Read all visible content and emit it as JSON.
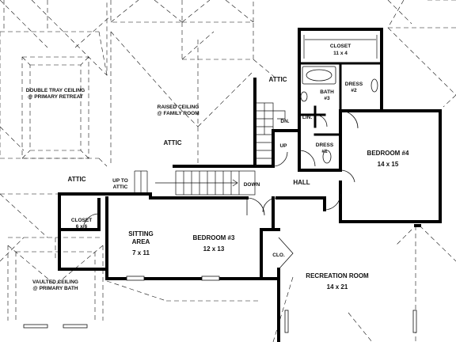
{
  "labels": {
    "closet_top_name": "CLOSET",
    "closet_top_size": "11 x 4",
    "attic_right": "ATTIC",
    "dress2_name": "DRESS",
    "dress2_num": "#2",
    "bath3_name": "BATH",
    "bath3_num": "#3",
    "lin": "LIN.",
    "dn": "DN.",
    "up": "UP",
    "dress1_name": "DRESS",
    "dress1_num": "#1",
    "bedroom4_name": "BEDROOM #4",
    "bedroom4_size": "14 x 15",
    "double_tray_line1": "DOUBLE TRAY CEILING",
    "double_tray_line2": "@ PRIMARY RETREAT",
    "raised_ceiling_line1": "RAISED CEILING",
    "raised_ceiling_line2": "@ FAMILY ROOM",
    "attic_center": "ATTIC",
    "attic_left": "ATTIC",
    "up_to_attic_line1": "UP TO",
    "up_to_attic_line2": "ATTIC",
    "down": "DOWN",
    "hall": "HALL",
    "closet_left_name": "CLOSET",
    "closet_left_size": "6 x 6",
    "sitting_area_line1": "SITTING",
    "sitting_area_line2": "AREA",
    "sitting_area_size": "7 x 11",
    "bedroom3_name": "BEDROOM #3",
    "bedroom3_size": "12 x 13",
    "clo": "CLO.",
    "vaulted_line1": "VAULTED CEILING",
    "vaulted_line2": "@ PRIMARY BATH",
    "recreation_name": "RECREATION ROOM",
    "recreation_size": "14 x 21"
  }
}
